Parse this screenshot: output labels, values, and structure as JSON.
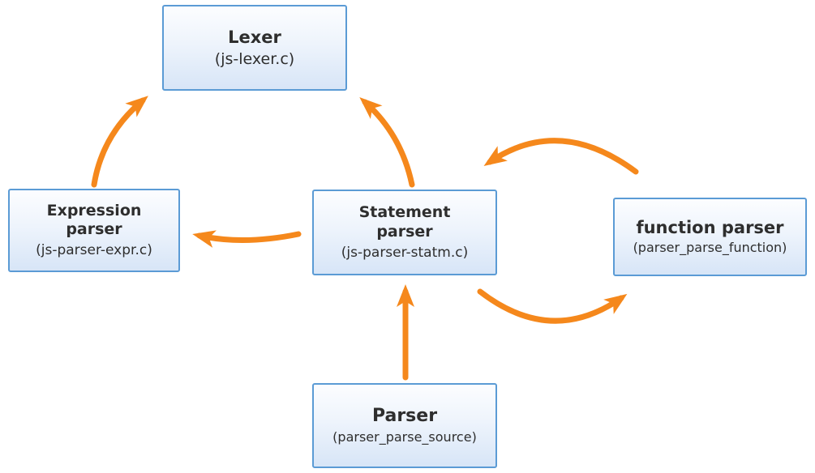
{
  "diagram": {
    "nodes": {
      "lexer": {
        "title": "Lexer",
        "file": "(js-lexer.c)"
      },
      "expression_parser": {
        "title_line1": "Expression",
        "title_line2": "parser",
        "file": "(js-parser-expr.c)"
      },
      "statement_parser": {
        "title_line1": "Statement",
        "title_line2": "parser",
        "file": "(js-parser-statm.c)"
      },
      "function_parser": {
        "title": "function parser",
        "file": "(parser_parse_function)"
      },
      "parser": {
        "title": "Parser",
        "file": "(parser_parse_source)"
      }
    },
    "edges": [
      {
        "from": "expression_parser",
        "to": "lexer"
      },
      {
        "from": "statement_parser",
        "to": "lexer"
      },
      {
        "from": "statement_parser",
        "to": "expression_parser"
      },
      {
        "from": "function_parser",
        "to": "statement_parser"
      },
      {
        "from": "statement_parser",
        "to": "function_parser"
      },
      {
        "from": "parser",
        "to": "statement_parser"
      }
    ],
    "colors": {
      "arrow": "#F5881C",
      "box_border": "#5B9BD5",
      "box_fill_top": "#FCFDFF",
      "box_fill_bottom": "#D7E5F7",
      "text": "#2E2E2E",
      "background": "#FFFFFF"
    }
  }
}
